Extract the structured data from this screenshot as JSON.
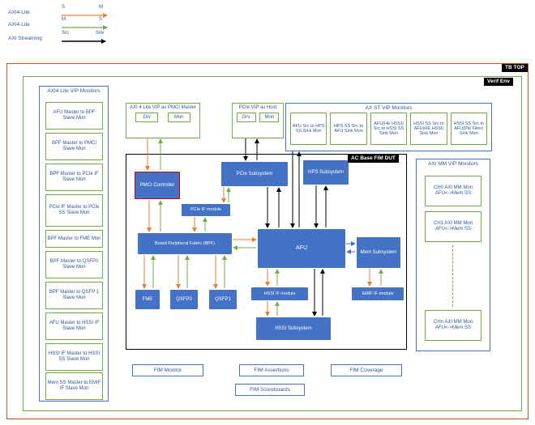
{
  "legend": {
    "rows": [
      {
        "label": "AXI4-Lite",
        "left": "S",
        "right": "M"
      },
      {
        "label": "AXI4-Lite",
        "left": "M",
        "right": "S"
      },
      {
        "label": "AXI Streaming",
        "left": "Src",
        "right": "Snk"
      }
    ]
  },
  "frames": {
    "tb_top": "TB TOP",
    "verif_env": "Verif Env",
    "dut": "AC Base FIM DUT"
  },
  "monitors_axi4lite": {
    "title": "AXI4 Lite VIP Monitors",
    "items": [
      "AFU Master to BPF Slave Mon",
      "BPF Master to PMCI Slave Mon",
      "BPF Master to PCIe IF Slave Mon",
      "PCIe IF Master to PCIe SS Slave Mon",
      "BPF Master to FME Mon",
      "BPF Master to QSFP0 Slave Mon",
      "BPF Master to QSFP 1 Slave Mon",
      "AFU Master to HSSI IF Slave Mon",
      "HSSI IF Master to HSSI SS Slave Mon",
      "Mem SS Master to EMIF IF Slave Mon"
    ]
  },
  "pmci_vip": {
    "title": "AXI 4 Lite VIP as PMCI Master",
    "drv": "Drv",
    "mon": "Mon"
  },
  "pcie_vip": {
    "title": "PCIe VIP as Host",
    "drv": "Drv",
    "mon": "Mon"
  },
  "monitors_axst": {
    "title": "AX ST VIP Monitors",
    "items": [
      "AFU Src to HPS SS Sink Mon",
      "HPS SS Src to AFU Sink Mon",
      "AFU(HE HSSI) Src to HSSI SS Sink Mon",
      "HSSI SS Src to AFU(HE HSSI) Sink Mon",
      "HSSI SS Src to AFU(Pkt Filter) Sink Mon"
    ]
  },
  "monitors_aximm": {
    "title": "AXI MM VIP Monitors",
    "items": [
      {
        "l1": "CH0 AXI MM Mon",
        "l2": "AFU<->Mem SS"
      },
      {
        "l1": "CH1 AXI MM Mon",
        "l2": "AFU<->Mem SS"
      },
      {
        "l1": "CHn AXI MM Mon",
        "l2": "AFU<->Mem SS"
      }
    ]
  },
  "dut_blocks": {
    "pmci": "PMCI Controller",
    "pcie_ss": "PCIe Subsystem",
    "hps_ss": "HPS Subsystem",
    "pcie_if": "PCIe IF module",
    "bpf": "Board Peripheral Fabric (BPF)",
    "afu": "AFU",
    "mem_ss": "Mem Subsystem",
    "fme": "FME",
    "qsfp0": "QSFP0",
    "qsfp1": "QSFP1",
    "hssi_if": "HSSI IF module",
    "emif_if": "EMIF IF module",
    "hssi_ss": "HSSI Subsystem"
  },
  "fim": {
    "monitor": "FIM Monitor",
    "assertions": "FIM Assertions",
    "coverage": "FIM Coverage",
    "scoreboards": "FIM Scoreboards"
  },
  "colors": {
    "axi4lite_s2m": "#ED7D31",
    "axi4lite_m2s": "#70AD47",
    "axi_streaming": "#000000",
    "block_fill": "#4472C4",
    "mem_link": "#4472C4",
    "monitor_border": "#70AD47",
    "panel_border": "#4472C4",
    "tb_border": "#C55A11",
    "env_border": "#70AD47",
    "pmci_border": "#C00000"
  }
}
